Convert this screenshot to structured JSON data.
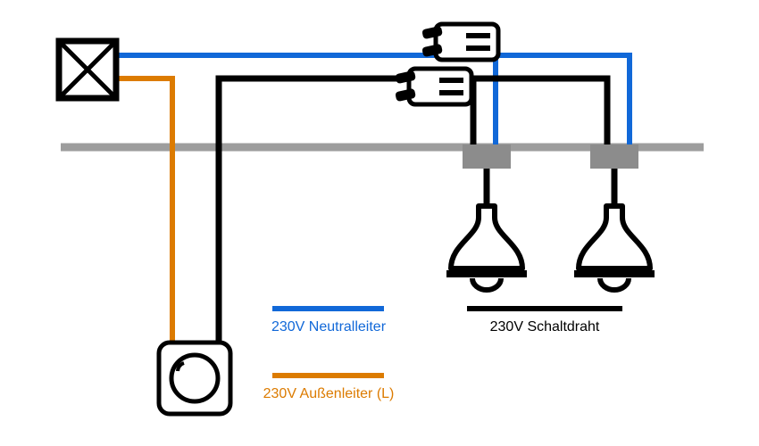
{
  "colors": {
    "neutral": "#1168d8",
    "phase": "#dc7b00",
    "switched": "#000000",
    "ceiling": "#9d9d9d",
    "mount": "#8c8c8c"
  },
  "legend": {
    "neutral": {
      "label": "230V Neutralleiter"
    },
    "switched": {
      "label": "230V Schaltdraht"
    },
    "phase": {
      "label": "230V Außenleiter (L)"
    }
  }
}
